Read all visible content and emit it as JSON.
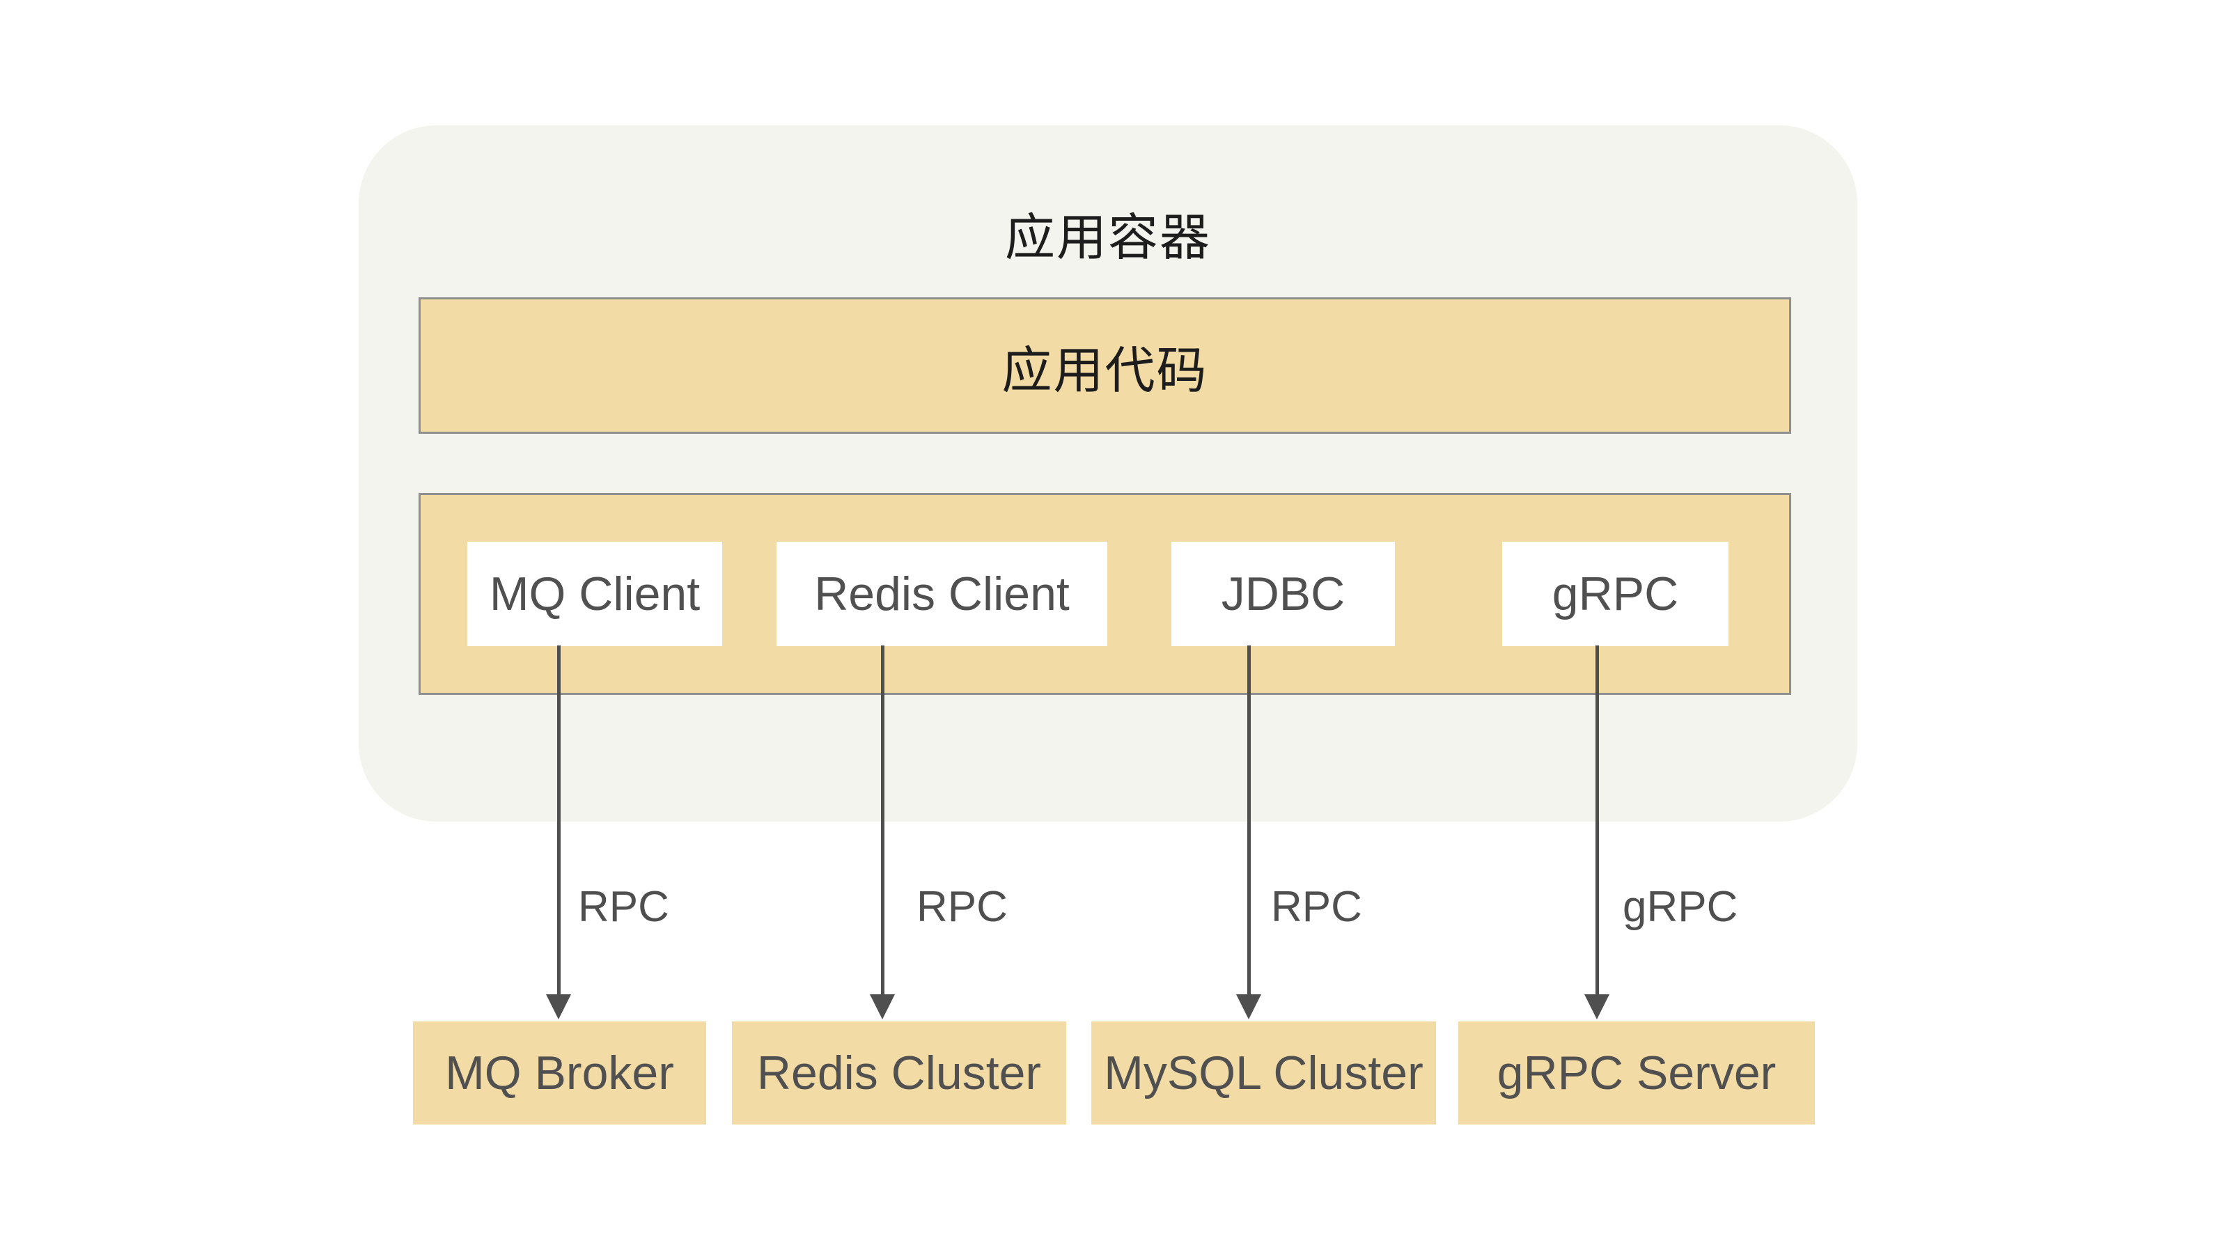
{
  "diagram": {
    "container": {
      "title": "应用容器"
    },
    "app_code": {
      "label": "应用代码"
    },
    "clients": [
      {
        "label": "MQ Client"
      },
      {
        "label": "Redis Client"
      },
      {
        "label": "JDBC"
      },
      {
        "label": "gRPC"
      }
    ],
    "arrows": [
      {
        "label": "RPC",
        "from": "MQ Client",
        "to": "MQ Broker"
      },
      {
        "label": "RPC",
        "from": "Redis Client",
        "to": "Redis Cluster"
      },
      {
        "label": "RPC",
        "from": "JDBC",
        "to": "MySQL Cluster"
      },
      {
        "label": "gRPC",
        "from": "gRPC",
        "to": "gRPC Server"
      }
    ],
    "backends": [
      {
        "label": "MQ Broker"
      },
      {
        "label": "Redis Cluster"
      },
      {
        "label": "MySQL Cluster"
      },
      {
        "label": "gRPC Server"
      }
    ],
    "colors": {
      "page_background": "#ffffff",
      "container_background": "#f4f4ee",
      "box_fill": "#f2dba5",
      "box_border": "#8f8f8f",
      "client_box_fill": "#ffffff",
      "arrow": "#4f4f4f",
      "title_text": "#1d1d1d",
      "label_text": "#505050"
    }
  }
}
